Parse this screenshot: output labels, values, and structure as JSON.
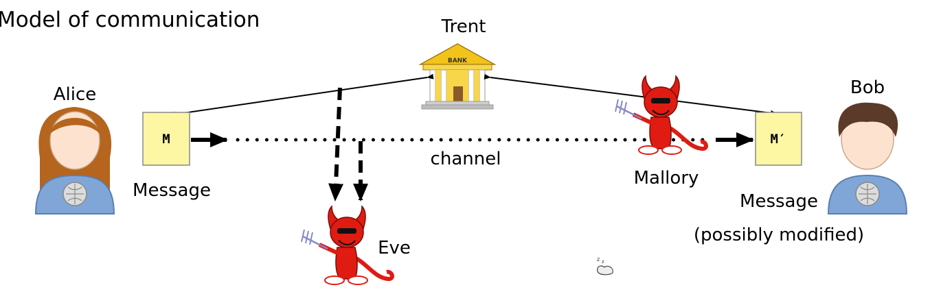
{
  "title": "Model of communication",
  "parties": {
    "alice": "Alice",
    "bob": "Bob",
    "trent": "Trent",
    "eve": "Eve",
    "mallory": "Mallory"
  },
  "bank_sign": "BANK",
  "message": {
    "original_symbol": "M",
    "modified_symbol": "M′",
    "label": "Message",
    "modified_label": "Message",
    "modified_note": "(possibly modified)"
  },
  "channel_label": "channel",
  "colors": {
    "message_box": "#fdf6a3",
    "devil_red": "#e01b12",
    "hair_brown": "#b5651d",
    "shirt_blue": "#7fa6d6",
    "bank_gold": "#f2c31b"
  },
  "icons": [
    "female-user-icon",
    "male-user-icon",
    "bank-icon",
    "devil-icon",
    "sleeping-icon"
  ]
}
